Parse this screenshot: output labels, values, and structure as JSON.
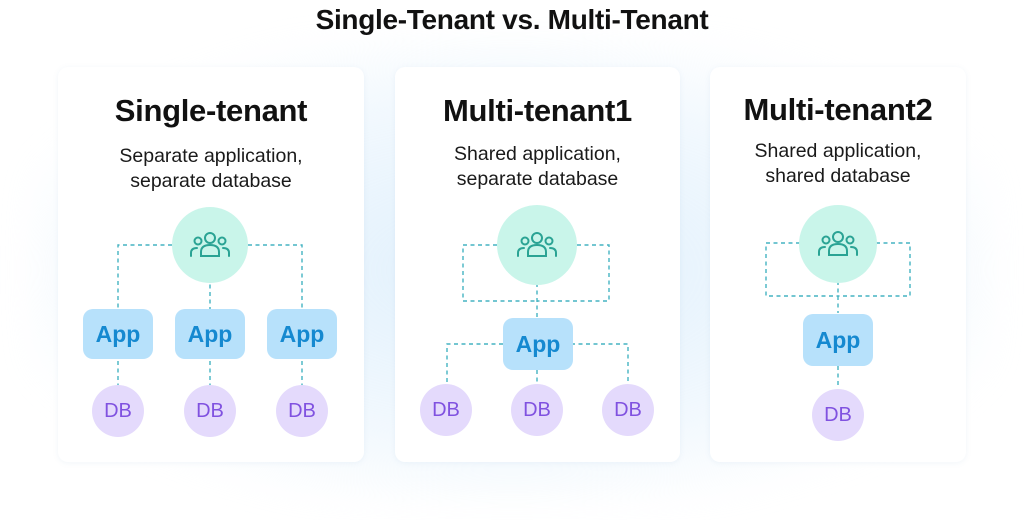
{
  "title": "Single-Tenant vs. Multi-Tenant",
  "cards": [
    {
      "title": "Single-tenant",
      "desc_line1": "Separate application,",
      "desc_line2": "separate database",
      "users_icon": "users-icon",
      "apps": [
        "App",
        "App",
        "App"
      ],
      "dbs": [
        "DB",
        "DB",
        "DB"
      ]
    },
    {
      "title": "Multi-tenant1",
      "desc_line1": "Shared application,",
      "desc_line2": "separate database",
      "users_icon": "users-icon",
      "apps": [
        "App"
      ],
      "dbs": [
        "DB",
        "DB",
        "DB"
      ]
    },
    {
      "title": "Multi-tenant2",
      "desc_line1": "Shared application,",
      "desc_line2": "shared database",
      "users_icon": "users-icon",
      "apps": [
        "App"
      ],
      "dbs": [
        "DB"
      ]
    }
  ],
  "colors": {
    "users_fill": "#c9f5ea",
    "users_icon": "#2aa394",
    "app_fill": "#b7e1fb",
    "app_text": "#1589d0",
    "db_fill": "#e4dafc",
    "db_text": "#8052e0",
    "connector": "#45b3c2"
  }
}
